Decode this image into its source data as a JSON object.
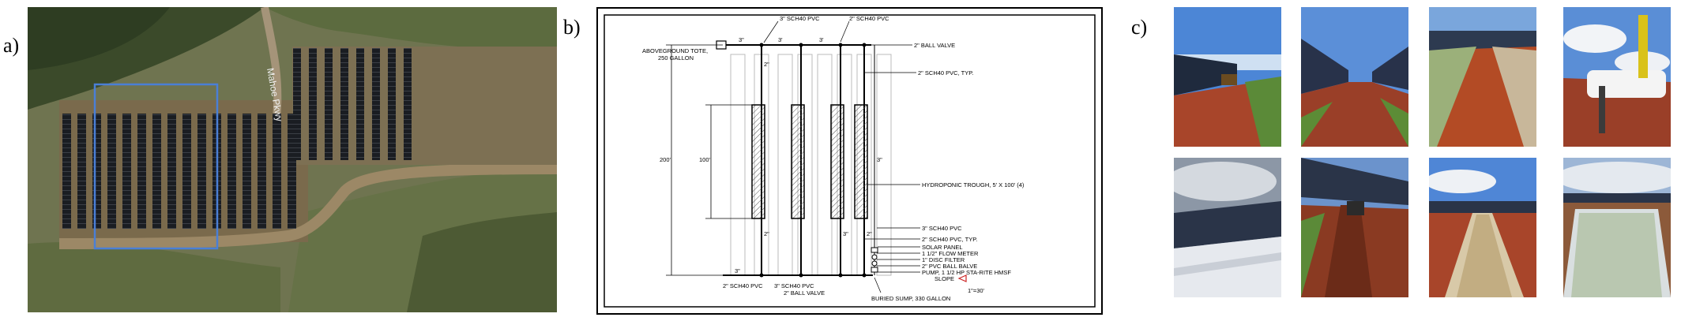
{
  "panels": {
    "a": {
      "label": "a)",
      "road_label": "Mahoe Pkwy"
    },
    "b": {
      "label": "b)"
    },
    "c": {
      "label": "c)"
    }
  },
  "schematic": {
    "top_pipe": "3\" SCH40 PVC",
    "top_pipe_2": "2\" SCH40 PVC",
    "tote": "ABOVEGROUND TOTE,",
    "tote_size": "250 GALLON",
    "ball_valve": "2\" BALL VALVE",
    "pvc_typ": "2\" SCH40 PVC, TYP.",
    "trough": "HYDROPONIC TROUGH, 5' X 100' (4)",
    "pvc3_right": "3\" SCH40 PVC",
    "pvc2_typ_low": "2\" SCH40 PVC, TYP.",
    "solar_panel": "SOLAR PANEL",
    "flow_meter": "1 1/2\" FLOW METER",
    "disc_filter": "1\" DISC FILTER",
    "pvc_ball": "2\" PVC BALL BALVE",
    "pump": "PUMP, 1 1/2 HP STA-RITE HMSF",
    "slope": "SLOPE",
    "scale": "1\"=30'",
    "sump": "BURIED SUMP, 330 GALLON",
    "bottom_pvc2": "2\" SCH40 PVC",
    "bottom_pvc3": "3\" SCH40 PVC",
    "bottom_valve": "2\" BALL VALVE",
    "dim_200": "200'",
    "dim_100": "100'",
    "d3": "3\"",
    "d2": "2\"",
    "d3b": "3'",
    "d3c": "3'",
    "d2b": "2\"",
    "d3d": "3\"",
    "d3e": "3\"",
    "d3r": "3\"",
    "d2r": "2\""
  },
  "colors": {
    "selection_box": "#4a7fd6",
    "red_soil": "#a8452a",
    "sky": "#5b8fd8",
    "slope_arrow": "#cc2222"
  }
}
